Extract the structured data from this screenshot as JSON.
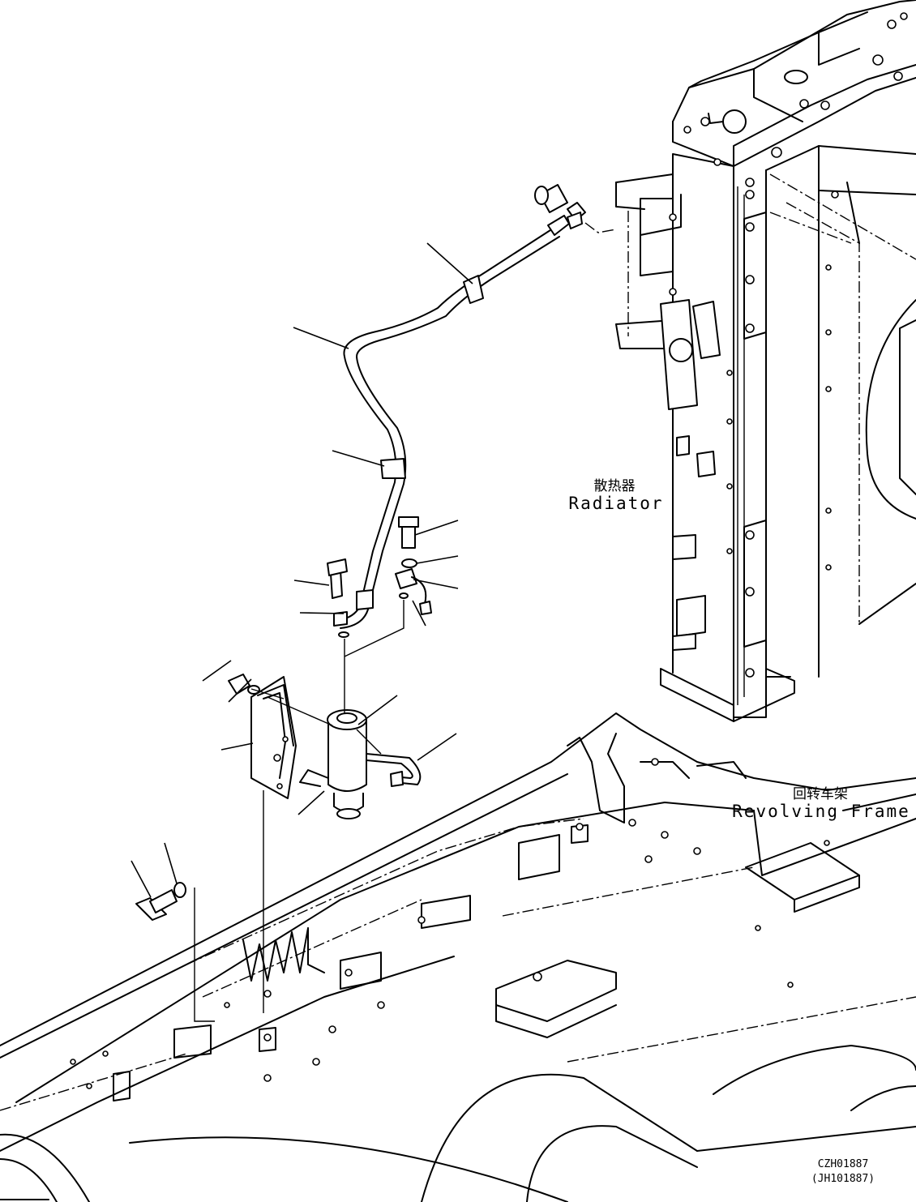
{
  "labels": {
    "radiator_cn": "散热器",
    "radiator_en": "Radiator",
    "frame_cn": "回转车架",
    "frame_en": "Revolving Frame"
  },
  "drawing_code": "CZH01887",
  "drawing_ref": "(JH101887)"
}
